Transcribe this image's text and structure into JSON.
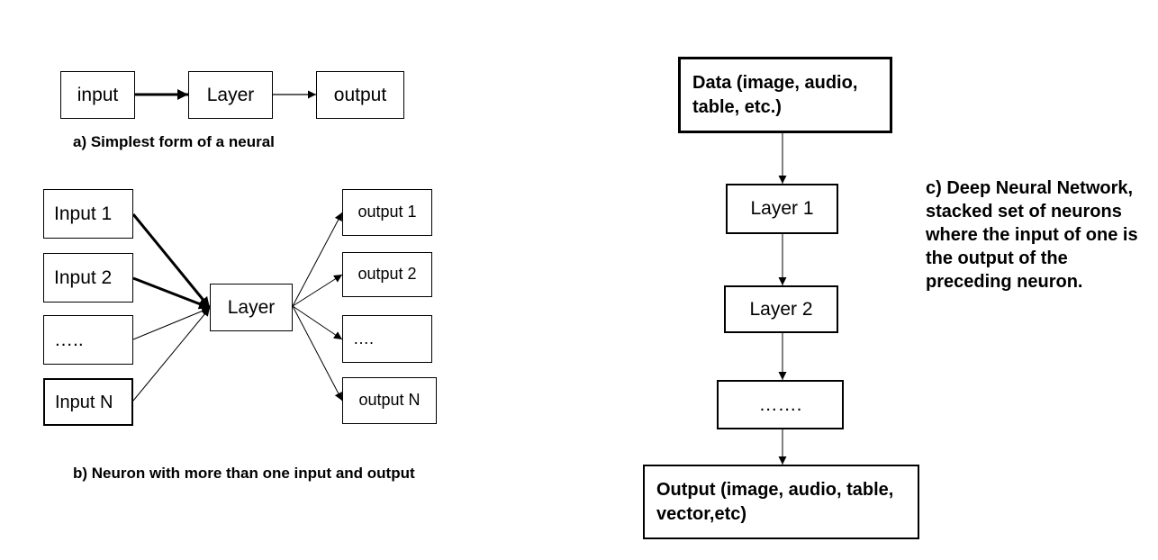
{
  "panel_a": {
    "input": "input",
    "layer": "Layer",
    "output": "output",
    "caption": "a) Simplest form of a neural"
  },
  "panel_b": {
    "inputs": [
      "Input 1",
      "Input 2",
      "…..",
      "Input N"
    ],
    "layer": "Layer",
    "outputs": [
      "output 1",
      "output 2",
      "….",
      "output N"
    ],
    "caption": "b) Neuron with more than one input and output"
  },
  "panel_c": {
    "data": "Data (image, audio, table, etc.)",
    "layer1": "Layer 1",
    "layer2": "Layer 2",
    "ellipsis": "…….",
    "output": "Output (image, audio, table, vector,etc)",
    "caption": "c) Deep Neural Network, stacked set of neurons where the input of one is the output of the preceding neuron."
  }
}
